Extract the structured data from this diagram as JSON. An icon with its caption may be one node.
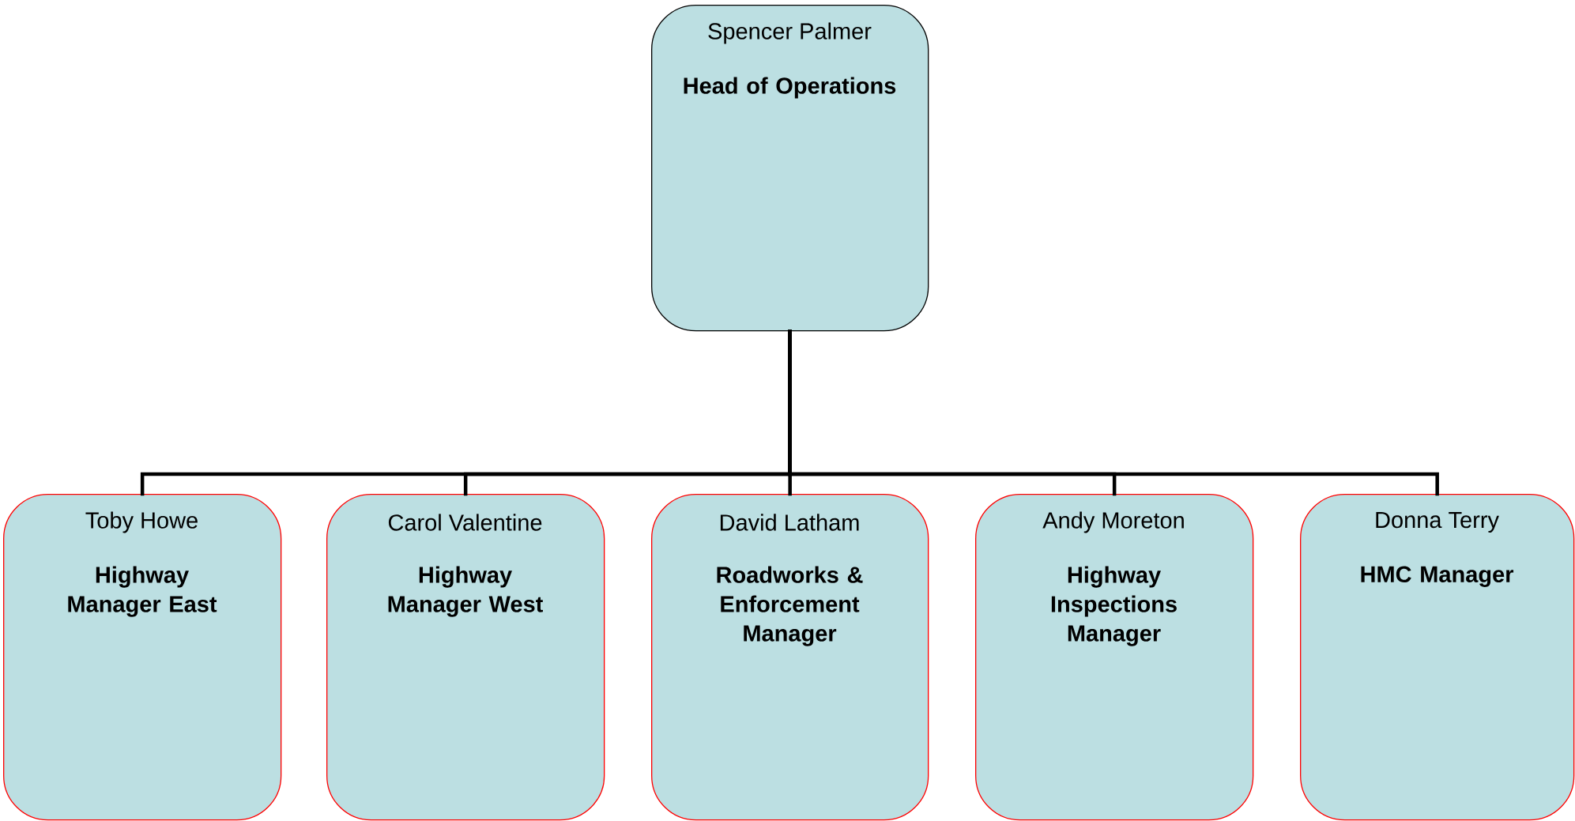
{
  "diagram": {
    "nodes": [
      {
        "text": [
          "Spencer Palmer",
          "Head of Operations"
        ]
      },
      {
        "text": [
          "Toby Howe",
          "Highway Manager East"
        ]
      },
      {
        "text": [
          "Carol Valentine",
          "Highway Manager West"
        ]
      },
      {
        "text": [
          "David Latham",
          "Roadworks & Enforcement Manager"
        ]
      },
      {
        "text": [
          "Andy Moreton",
          "Highway Inspections Manager"
        ]
      },
      {
        "text": [
          "Donna Terry",
          "HMC Manager"
        ]
      }
    ],
    "edges": [
      {
        "from": 0,
        "to": 1,
        "arrow": "none"
      },
      {
        "from": 0,
        "to": 2,
        "arrow": "none"
      },
      {
        "from": 0,
        "to": 3,
        "arrow": "none"
      },
      {
        "from": 0,
        "to": 4,
        "arrow": "none"
      },
      {
        "from": 0,
        "to": 5,
        "arrow": "none"
      }
    ]
  }
}
